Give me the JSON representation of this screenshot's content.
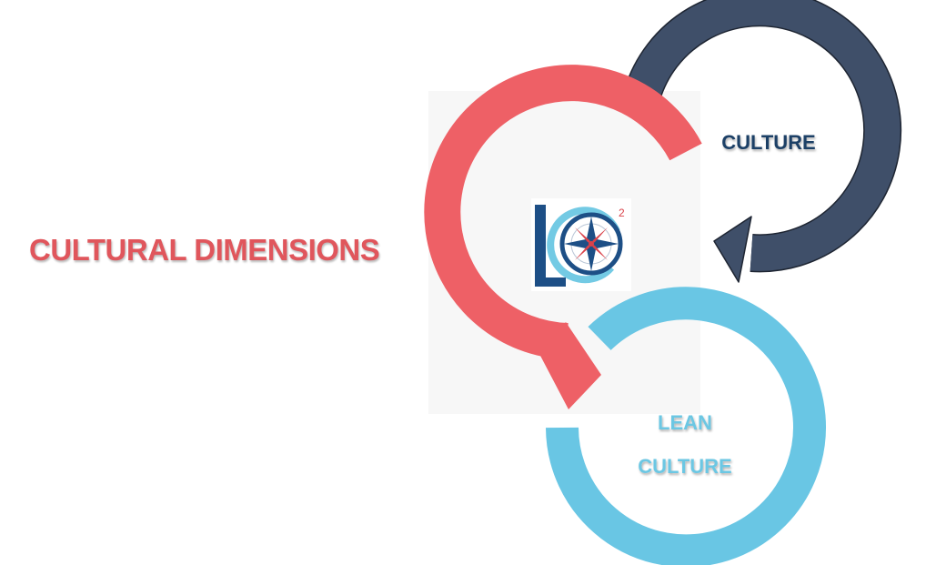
{
  "diagram": {
    "title": "CULTURAL DIMENSIONS",
    "nodes": [
      {
        "id": "culture",
        "label": "CULTURE"
      },
      {
        "id": "lean-culture",
        "label_lines": [
          "LEAN",
          "CULTURE"
        ]
      }
    ],
    "logo": {
      "letters": "LC",
      "superscript": "2"
    },
    "colors": {
      "title": "#e0565c",
      "red_arrow": "#ee6066",
      "dark_arrow": "#3f4f69",
      "dark_arrow_outline": "#1e2532",
      "light_blue_ring": "#69c6e4",
      "culture_text": "#1f3f66",
      "lean_text": "#6cc7e3",
      "logo_navy": "#1d4f86",
      "logo_red": "#d9424a"
    }
  }
}
